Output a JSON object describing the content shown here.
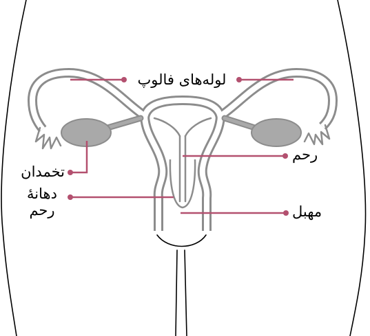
{
  "labels": {
    "fallopian_tubes": "لوله‌های فالوپ",
    "ovary": "تخمدان",
    "uterus": "رحم",
    "cervix": [
      "دهانهٔ",
      "رحم"
    ],
    "vagina": "مهبل"
  },
  "colors": {
    "leader": "#b3506f",
    "organ_outline": "#8c8c8c",
    "ovary_fill": "#a9a9a9",
    "body_outline": "#000000",
    "text": "#000000"
  }
}
